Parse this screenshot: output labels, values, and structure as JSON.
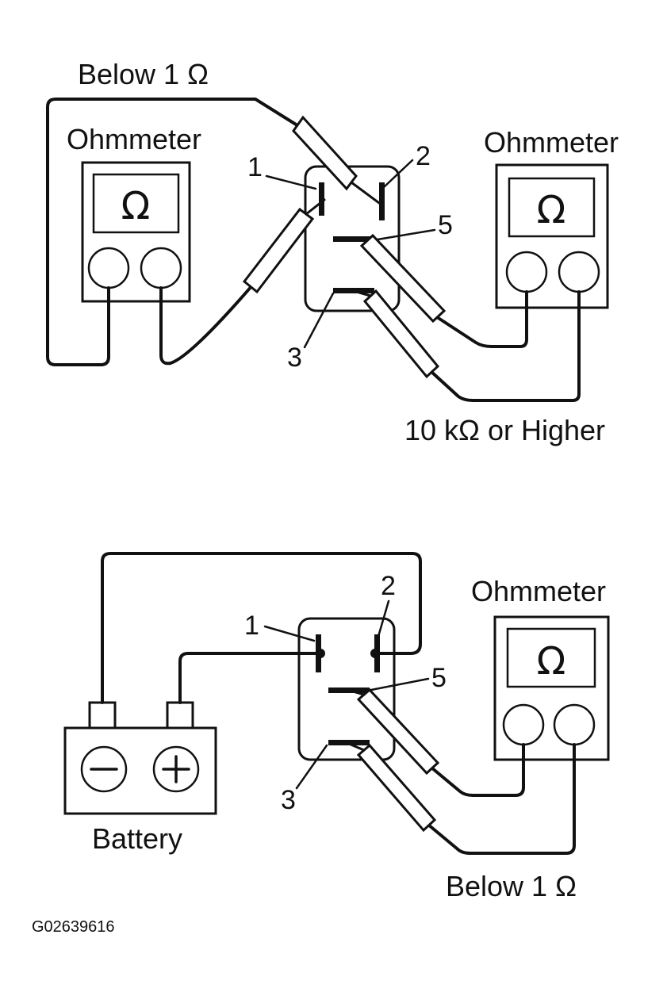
{
  "top": {
    "label_left_reading": "Below 1 Ω",
    "label_right_reading": "10 kΩ or Higher",
    "meter_left_title": "Ohmmeter",
    "meter_right_title": "Ohmmeter",
    "meter_symbol": "Ω",
    "pin1": "1",
    "pin2": "2",
    "pin3": "3",
    "pin5": "5"
  },
  "bottom": {
    "label_reading": "Below 1 Ω",
    "meter_title": "Ohmmeter",
    "meter_symbol": "Ω",
    "battery_label": "Battery",
    "battery_minus": "−",
    "battery_plus": "+",
    "pin1": "1",
    "pin2": "2",
    "pin3": "3",
    "pin5": "5"
  },
  "figure_code": "G02639616"
}
